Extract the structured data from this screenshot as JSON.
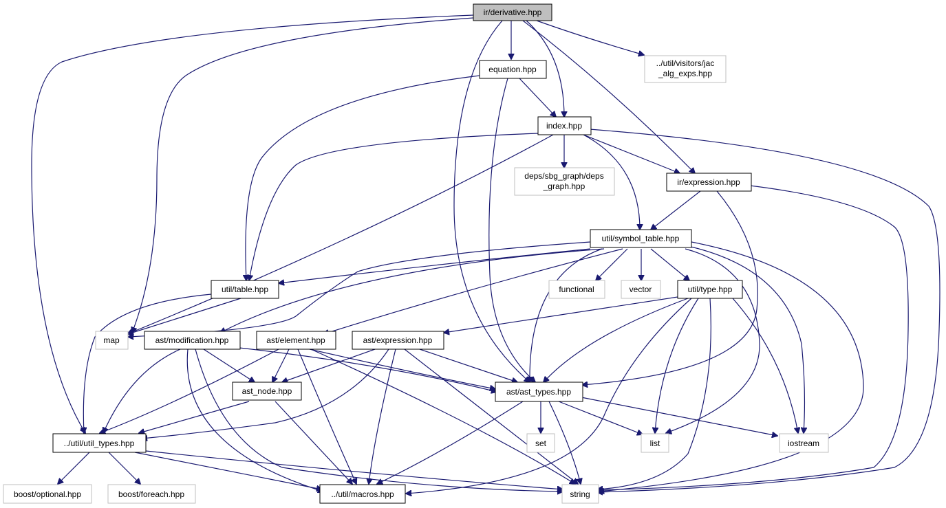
{
  "colors": {
    "edge": "#191970",
    "node_border": "#000000",
    "external_border": "#bfbfbf",
    "root_fill": "#bfbfbf",
    "background": "#ffffff"
  },
  "nodes": {
    "derivative": {
      "label": "ir/derivative.hpp",
      "kind": "root"
    },
    "equation": {
      "label": "equation.hpp",
      "kind": "file"
    },
    "jac_alg": {
      "lines": [
        "../util/visitors/jac",
        "_alg_exps.hpp"
      ],
      "kind": "external"
    },
    "index": {
      "label": "index.hpp",
      "kind": "file"
    },
    "deps_graph": {
      "lines": [
        "deps/sbg_graph/deps",
        "_graph.hpp"
      ],
      "kind": "external"
    },
    "ir_expression": {
      "label": "ir/expression.hpp",
      "kind": "file"
    },
    "symbol_table": {
      "label": "util/symbol_table.hpp",
      "kind": "file"
    },
    "util_table": {
      "label": "util/table.hpp",
      "kind": "file"
    },
    "functional": {
      "label": "functional",
      "kind": "external"
    },
    "vector": {
      "label": "vector",
      "kind": "external"
    },
    "util_type": {
      "label": "util/type.hpp",
      "kind": "file"
    },
    "map": {
      "label": "map",
      "kind": "external"
    },
    "ast_modification": {
      "label": "ast/modification.hpp",
      "kind": "file"
    },
    "ast_element": {
      "label": "ast/element.hpp",
      "kind": "file"
    },
    "ast_expression": {
      "label": "ast/expression.hpp",
      "kind": "file"
    },
    "ast_node": {
      "label": "ast_node.hpp",
      "kind": "file"
    },
    "ast_types": {
      "label": "ast/ast_types.hpp",
      "kind": "file"
    },
    "util_types": {
      "label": "../util/util_types.hpp",
      "kind": "file"
    },
    "set": {
      "label": "set",
      "kind": "external"
    },
    "list": {
      "label": "list",
      "kind": "external"
    },
    "iostream": {
      "label": "iostream",
      "kind": "external"
    },
    "boost_optional": {
      "label": "boost/optional.hpp",
      "kind": "external"
    },
    "boost_foreach": {
      "label": "boost/foreach.hpp",
      "kind": "external"
    },
    "macros": {
      "label": "../util/macros.hpp",
      "kind": "file"
    },
    "string": {
      "label": "string",
      "kind": "external"
    }
  },
  "edges": [
    [
      "derivative",
      "equation"
    ],
    [
      "derivative",
      "jac_alg"
    ],
    [
      "derivative",
      "index"
    ],
    [
      "derivative",
      "ir_expression"
    ],
    [
      "derivative",
      "map"
    ],
    [
      "derivative",
      "util_types"
    ],
    [
      "derivative",
      "ast_types"
    ],
    [
      "equation",
      "index"
    ],
    [
      "equation",
      "util_table"
    ],
    [
      "equation",
      "ast_types"
    ],
    [
      "index",
      "deps_graph"
    ],
    [
      "index",
      "ir_expression"
    ],
    [
      "index",
      "util_table"
    ],
    [
      "index",
      "map"
    ],
    [
      "index",
      "symbol_table"
    ],
    [
      "index",
      "string"
    ],
    [
      "ir_expression",
      "symbol_table"
    ],
    [
      "ir_expression",
      "ast_types"
    ],
    [
      "ir_expression",
      "string"
    ],
    [
      "symbol_table",
      "util_table"
    ],
    [
      "symbol_table",
      "map"
    ],
    [
      "symbol_table",
      "ast_modification"
    ],
    [
      "symbol_table",
      "ast_element"
    ],
    [
      "symbol_table",
      "functional"
    ],
    [
      "symbol_table",
      "vector"
    ],
    [
      "symbol_table",
      "util_type"
    ],
    [
      "symbol_table",
      "ast_types"
    ],
    [
      "symbol_table",
      "list"
    ],
    [
      "symbol_table",
      "iostream"
    ],
    [
      "symbol_table",
      "string"
    ],
    [
      "util_table",
      "map"
    ],
    [
      "util_table",
      "util_types"
    ],
    [
      "util_type",
      "ast_expression"
    ],
    [
      "util_type",
      "ast_types"
    ],
    [
      "util_type",
      "list"
    ],
    [
      "util_type",
      "iostream"
    ],
    [
      "util_type",
      "string"
    ],
    [
      "util_type",
      "macros"
    ],
    [
      "ast_modification",
      "ast_node"
    ],
    [
      "ast_modification",
      "util_types"
    ],
    [
      "ast_modification",
      "ast_types"
    ],
    [
      "ast_modification",
      "macros"
    ],
    [
      "ast_modification",
      "string"
    ],
    [
      "ast_element",
      "ast_node"
    ],
    [
      "ast_element",
      "util_types"
    ],
    [
      "ast_element",
      "ast_types"
    ],
    [
      "ast_element",
      "macros"
    ],
    [
      "ast_element",
      "string"
    ],
    [
      "ast_expression",
      "ast_node"
    ],
    [
      "ast_expression",
      "util_types"
    ],
    [
      "ast_expression",
      "ast_types"
    ],
    [
      "ast_expression",
      "macros"
    ],
    [
      "ast_expression",
      "string"
    ],
    [
      "ast_node",
      "util_types"
    ],
    [
      "ast_node",
      "macros"
    ],
    [
      "ast_types",
      "set"
    ],
    [
      "ast_types",
      "list"
    ],
    [
      "ast_types",
      "iostream"
    ],
    [
      "ast_types",
      "string"
    ],
    [
      "ast_types",
      "macros"
    ],
    [
      "util_types",
      "boost_optional"
    ],
    [
      "util_types",
      "boost_foreach"
    ],
    [
      "util_types",
      "macros"
    ],
    [
      "util_types",
      "string"
    ]
  ]
}
